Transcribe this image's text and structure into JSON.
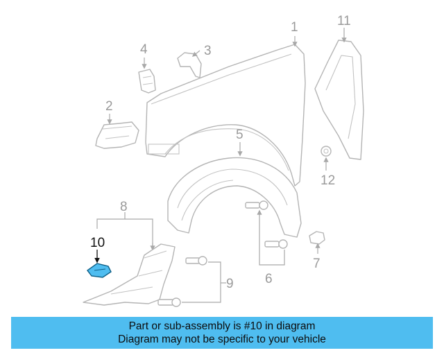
{
  "diagram": {
    "callouts": [
      "1",
      "2",
      "3",
      "4",
      "5",
      "6",
      "7",
      "8",
      "9",
      "10",
      "11",
      "12"
    ],
    "highlighted_part": "10",
    "highlight_color": "#4fbdf0"
  },
  "banner": {
    "line1": "Part or sub-assembly is #10 in diagram",
    "line2": "Diagram may not be specific to your vehicle",
    "background": "#4fbdf0"
  }
}
